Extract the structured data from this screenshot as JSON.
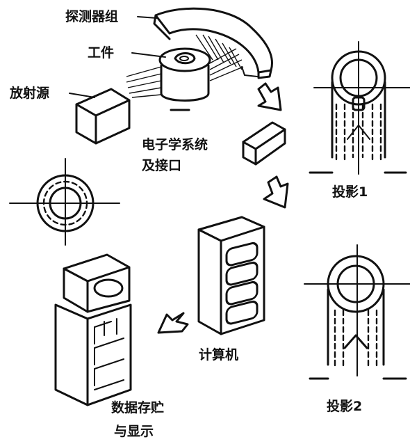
{
  "labels": {
    "detector_group": "探测器组",
    "workpiece": "工件",
    "radiation_source": "放射源",
    "electronics_line1": "电子学系统",
    "electronics_line2": "及接口",
    "computer": "计算机",
    "storage_line1": "数据存贮",
    "storage_line2": "与显示",
    "projection1": "投影1",
    "projection2": "投影2"
  },
  "colors": {
    "ink": "#111111",
    "background": "#ffffff"
  }
}
